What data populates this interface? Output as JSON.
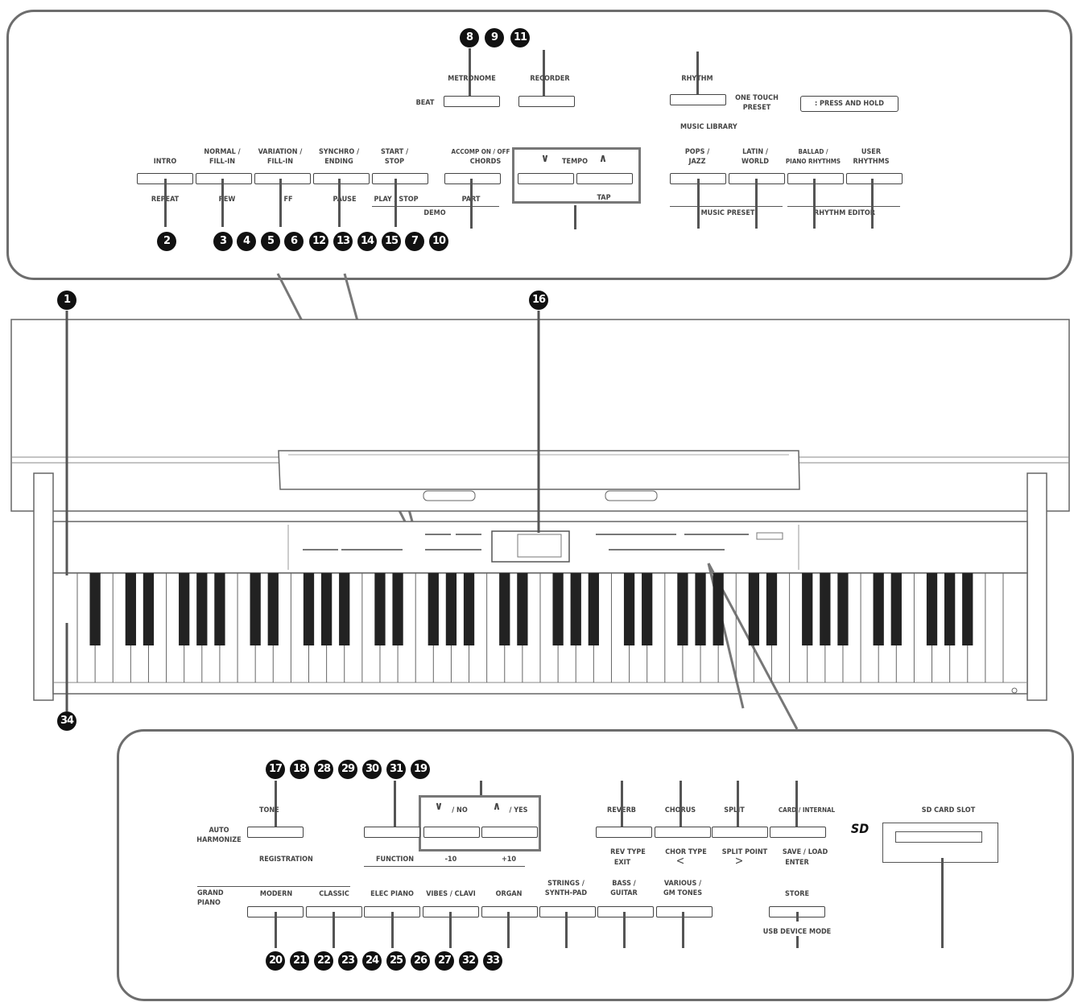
{
  "top_panel": {
    "labels": {
      "metronome": "METRONOME",
      "beat": "BEAT",
      "recorder": "RECORDER",
      "rhythm": "RHYTHM",
      "one_touch_preset": "ONE TOUCH\nPRESET",
      "press_and_hold": ": PRESS AND HOLD",
      "music_library": "MUSIC LIBRARY",
      "intro": "INTRO",
      "normal_fill_in": "NORMAL /\nFILL-IN",
      "variation_fill_in": "VARIATION /\nFILL-IN",
      "synchro_ending": "SYNCHRO /\nENDING",
      "start_stop": "START /\nSTOP",
      "accomp_on_off": "ACCOMP ON / OFF",
      "chords": "CHORDS",
      "tempo": "TEMPO",
      "tap": "TAP",
      "pops_jazz": "POPS /\nJAZZ",
      "latin_world": "LATIN /\nWORLD",
      "ballad_piano_rhythms": "BALLAD /\nPIANO RHYTHMS",
      "user_rhythms": "USER\nRHYTHMS",
      "repeat": "REPEAT",
      "rew": "REW",
      "ff": "FF",
      "pause": "PAUSE",
      "play_stop": "PLAY / STOP",
      "part": "PART",
      "demo": "DEMO",
      "music_preset": "MUSIC PRESET",
      "rhythm_editor": "RHYTHM EDITOR"
    },
    "callouts": [
      "8",
      "9",
      "11",
      "2",
      "3",
      "4",
      "5",
      "6",
      "12",
      "13",
      "14",
      "15",
      "7",
      "10"
    ]
  },
  "piano": {
    "callouts": [
      "1",
      "16",
      "34"
    ]
  },
  "bottom_panel": {
    "labels": {
      "tone": "TONE",
      "auto_harmonize": "AUTO\nHARMONIZE",
      "registration": "REGISTRATION",
      "no": "/ NO",
      "yes": "/ YES",
      "function": "FUNCTION",
      "minus10": "-10",
      "plus10": "+10",
      "reverb": "REVERB",
      "chorus": "CHORUS",
      "split": "SPLIT",
      "card_internal": "CARD / INTERNAL",
      "rev_type": "REV TYPE",
      "exit": "EXIT",
      "chor_type": "CHOR TYPE",
      "lt": "<",
      "split_point": "SPLIT POINT",
      "gt": ">",
      "save_load": "SAVE / LOAD",
      "enter": "ENTER",
      "sd_card_slot": "SD CARD SLOT",
      "sd_logo": "SD",
      "grand_piano": "GRAND\nPIANO",
      "modern": "MODERN",
      "classic": "CLASSIC",
      "elec_piano": "ELEC PIANO",
      "vibes_clavi": "VIBES / CLAVI",
      "organ": "ORGAN",
      "strings_synth_pad": "STRINGS /\nSYNTH-PAD",
      "bass_guitar": "BASS /\nGUITAR",
      "various_gm_tones": "VARIOUS /\nGM TONES",
      "store": "STORE",
      "usb_device_mode": "USB DEVICE MODE"
    },
    "callouts_top": [
      "17",
      "18",
      "28",
      "29",
      "30",
      "31",
      "19"
    ],
    "callouts_bottom": [
      "20",
      "21",
      "22",
      "23",
      "24",
      "25",
      "26",
      "27",
      "32",
      "33"
    ]
  }
}
